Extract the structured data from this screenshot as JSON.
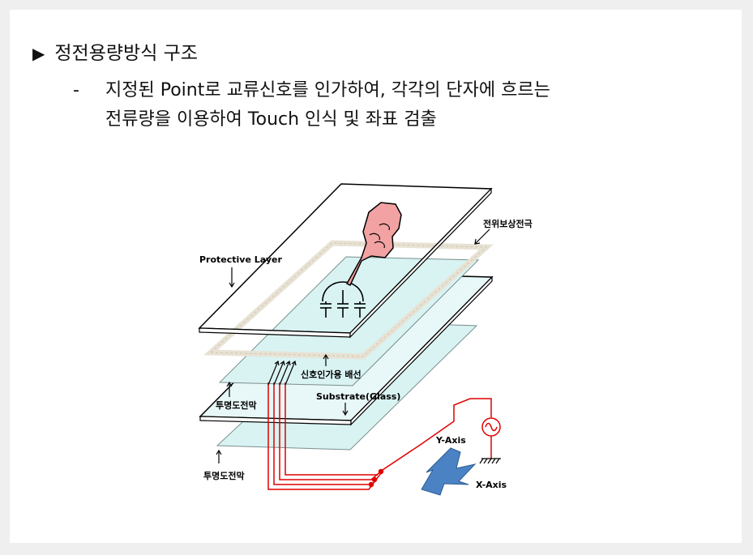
{
  "heading": {
    "marker": "▶",
    "title": "정전용량방식 구조"
  },
  "bullet": {
    "dash": "-",
    "line1": "지정된 Point로 교류신호를 인가하여, 각각의 단자에 흐르는",
    "line2": "전류량을 이용하여 Touch 인식 및 좌표 검출"
  },
  "diagram": {
    "labels": {
      "electrode": "전위보상전극",
      "protective": "Protective Layer",
      "signal_wiring": "신호인가용 배선",
      "film_top": "투명도전막",
      "substrate": "Substrate(Glass)",
      "film_bottom": "투명도전막",
      "y_axis": "Y-Axis",
      "x_axis": "X-Axis"
    },
    "colors": {
      "glass": "#d9f3f3",
      "wire": "#e00000",
      "arrow": "#4a82c4",
      "hand": "#f2a2a2",
      "border": "#e8e2d4"
    }
  }
}
